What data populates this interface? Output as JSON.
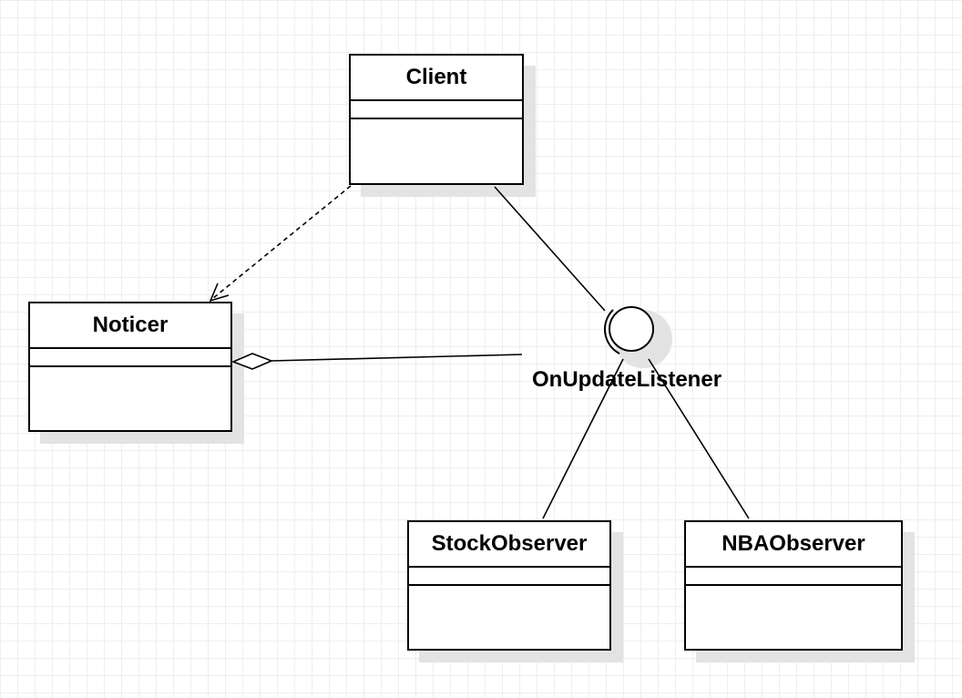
{
  "diagram": {
    "classes": {
      "client": {
        "name": "Client"
      },
      "noticer": {
        "name": "Noticer"
      },
      "stock_observer": {
        "name": "StockObserver"
      },
      "nba_observer": {
        "name": "NBAObserver"
      }
    },
    "interface": {
      "name": "OnUpdateListener"
    },
    "relations": [
      {
        "from": "Client",
        "to": "Noticer",
        "type": "dependency"
      },
      {
        "from": "Client",
        "to": "OnUpdateListener",
        "type": "uses"
      },
      {
        "from": "Noticer",
        "to": "OnUpdateListener",
        "type": "aggregation"
      },
      {
        "from": "StockObserver",
        "to": "OnUpdateListener",
        "type": "realization"
      },
      {
        "from": "NBAObserver",
        "to": "OnUpdateListener",
        "type": "realization"
      }
    ]
  }
}
